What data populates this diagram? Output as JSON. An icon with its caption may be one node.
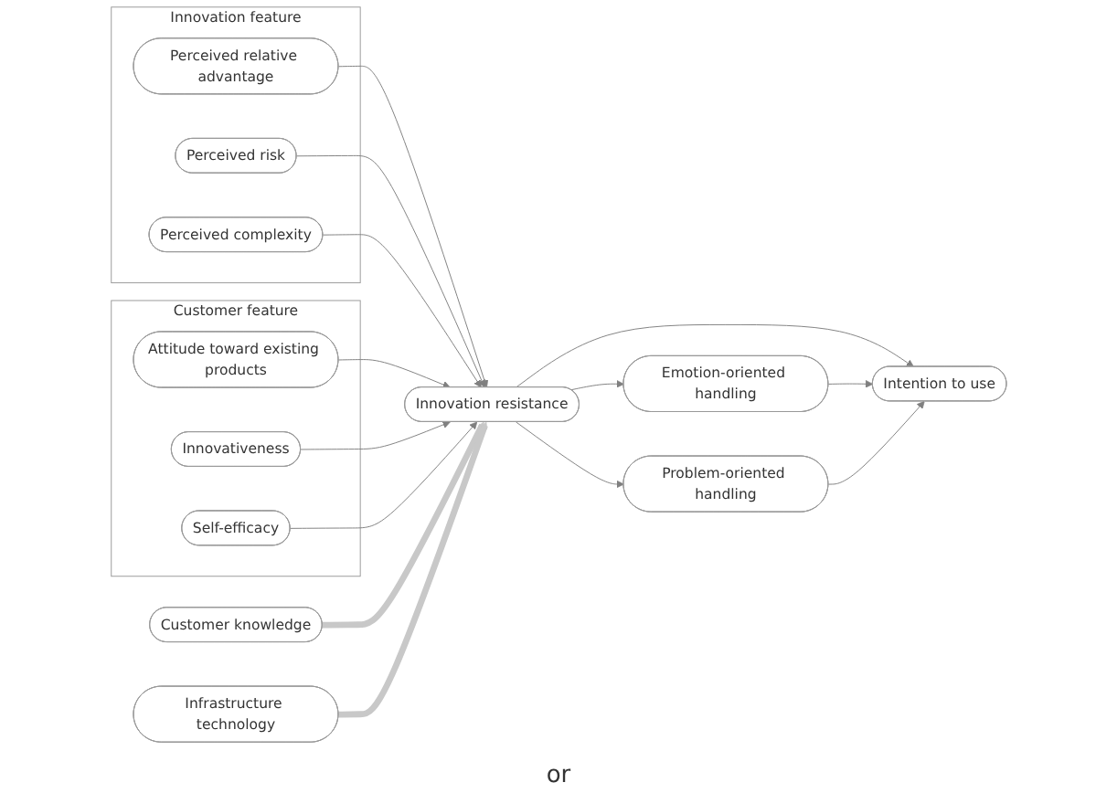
{
  "diagram": {
    "nodes": [
      {
        "text": [
          "Innovation feature"
        ]
      },
      {
        "text": [
          "Perceived relative advantage"
        ],
        "in": 0
      },
      {
        "text": [
          "Perceived risk"
        ],
        "in": 0
      },
      {
        "text": [
          "Perceived complexity"
        ],
        "in": 0
      },
      {
        "text": [
          "Customer feature"
        ]
      },
      {
        "text": [
          "Attitude toward existing products"
        ],
        "in": 4
      },
      {
        "text": [
          "Innovativeness"
        ],
        "in": 4
      },
      {
        "text": [
          "Self-efficacy"
        ],
        "in": 4
      },
      {
        "text": [
          "Innovation resistance"
        ]
      },
      {
        "text": [
          "Emotion-oriented handling"
        ]
      },
      {
        "text": [
          "Problem-oriented handling"
        ]
      },
      {
        "text": [
          "Intention to use"
        ]
      },
      {
        "text": [
          "Customer knowledge"
        ]
      },
      {
        "text": [
          "Infrastructure technology"
        ]
      }
    ],
    "edges": [
      {
        "from": 1,
        "to": 8,
        "arrow": "to"
      },
      {
        "from": 2,
        "to": 8,
        "arrow": "to"
      },
      {
        "from": 3,
        "to": 8,
        "arrow": "to"
      },
      {
        "from": 5,
        "to": 8,
        "arrow": "to"
      },
      {
        "from": 6,
        "to": 8,
        "arrow": "to"
      },
      {
        "from": 7,
        "to": 8,
        "arrow": "to"
      },
      {
        "from": 8,
        "to": 9,
        "arrow": "to"
      },
      {
        "from": 8,
        "to": 10,
        "arrow": "to"
      },
      {
        "from": 8,
        "to": 11,
        "arrow": "to"
      },
      {
        "from": 9,
        "to": 11,
        "arrow": "to"
      },
      {
        "from": 10,
        "to": 11,
        "arrow": "to"
      },
      {
        "from": 12,
        "to": 8,
        "arrow": "to",
        "style": "thick",
        "color": "#c8c8c8"
      },
      {
        "from": 13,
        "to": 8,
        "arrow": "to",
        "style": "thick",
        "color": "#c8c8c8"
      }
    ],
    "labels": [
      "or"
    ]
  }
}
